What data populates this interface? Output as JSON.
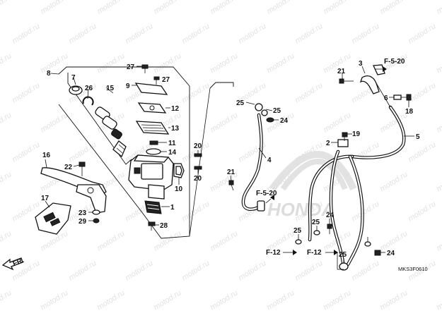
{
  "diagram": {
    "watermark_text": "motod.ru",
    "brand_mark": "HONDA",
    "direction_label": "FR.",
    "diagram_code": "MKS3F0610",
    "refs": {
      "top_right": "F-5-20",
      "middle": "F-5-20",
      "bottom_left": "F-12",
      "bottom_mid": "F-12"
    },
    "callouts": {
      "c1": "1",
      "c2": "2",
      "c3": "3",
      "c4": "4",
      "c5": "5",
      "c6": "6",
      "c7": "7",
      "c8": "8",
      "c9": "9",
      "c10": "10",
      "c11": "11",
      "c12": "12",
      "c13": "13",
      "c14": "14",
      "c15": "15",
      "c16": "16",
      "c17": "17",
      "c18": "18",
      "c19": "19",
      "c20a": "20",
      "c20b": "20",
      "c21a": "21",
      "c21b": "21",
      "c22": "22",
      "c23": "23",
      "c24a": "24",
      "c24b": "24",
      "c24c": "24",
      "c25a": "25",
      "c25b": "25",
      "c25c": "25",
      "c25d": "25",
      "c25e": "25",
      "c26": "26",
      "c27a": "27",
      "c27b": "27",
      "c28": "28",
      "c29": "29"
    }
  }
}
